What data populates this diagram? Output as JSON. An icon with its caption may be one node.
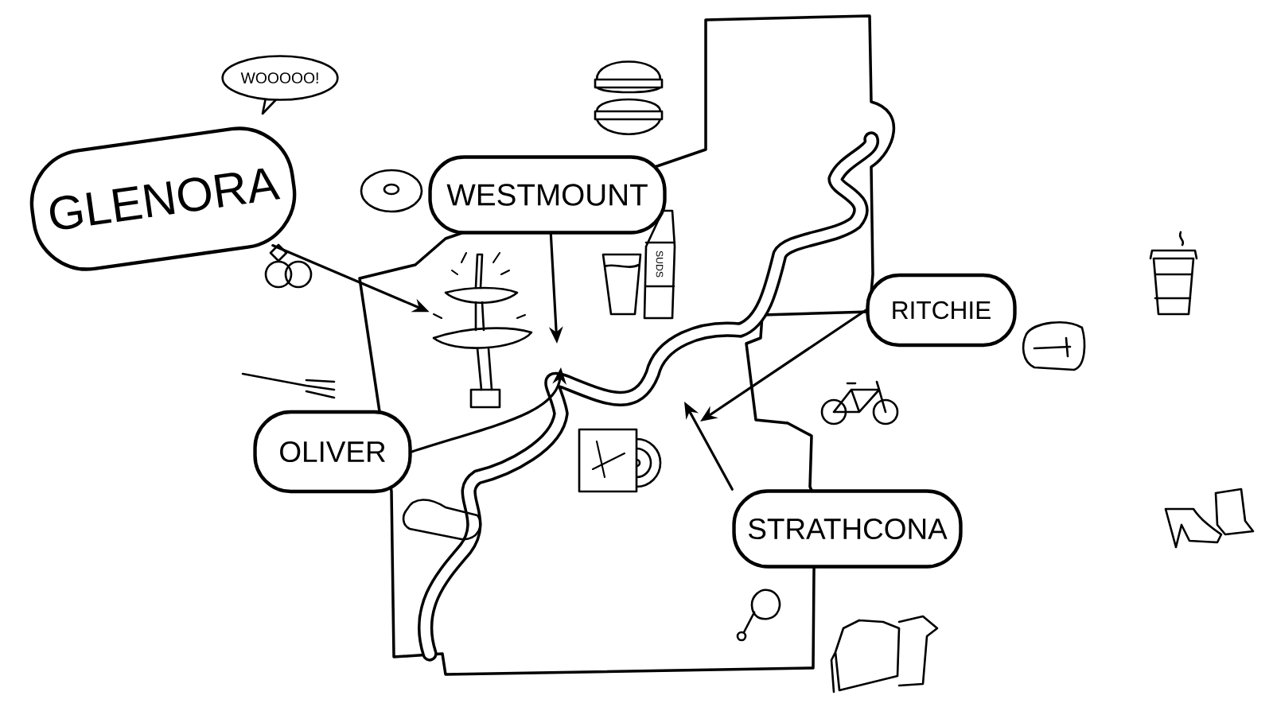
{
  "diagram": {
    "nodes": [
      {
        "text": [
          "GLENORA"
        ]
      },
      {
        "text": [
          "WOOOOO!"
        ]
      },
      {
        "text": [
          "WESTMOUNT"
        ]
      },
      {
        "text": [
          "OLIVER"
        ]
      },
      {
        "text": [
          "RITCHIE"
        ]
      },
      {
        "text": [
          "STRATHCONA"
        ]
      },
      {
        "text": [],
        "shape": "picture"
      }
    ],
    "edges": [
      {
        "from": 0,
        "to": 6,
        "arrow": "to"
      },
      {
        "from": 2,
        "to": null,
        "arrow": "to"
      },
      {
        "from": 3,
        "to": null,
        "arrow": "to"
      },
      {
        "from": 4,
        "to": null,
        "arrow": "to"
      },
      {
        "from": 5,
        "to": null,
        "arrow": "to"
      }
    ],
    "labels": [
      "SUDS"
    ]
  }
}
